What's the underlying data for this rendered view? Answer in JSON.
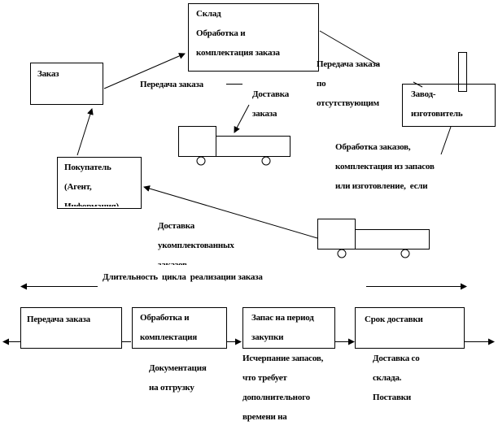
{
  "nodes": {
    "warehouse": "Склад\nОбработка и\nкомплектация заказа",
    "order": "Заказ",
    "buyer": "Покупатель\n(Агент,\nИнформация)",
    "factory": "Завод-\nизготовитель"
  },
  "flows": {
    "order_transfer": "Передача заказа",
    "delivery_order": "Доставка\nзаказа",
    "transfer_missing": "Передача заказа\nпо\nотсутствующим",
    "factory_processing": "Обработка заказов,\nкомплектация из запасов\nили изготовление,  если\nотсутствуют в запасах",
    "delivery_complete": "Доставка\nукомплектованных\nзаказов"
  },
  "cycle": {
    "title": "Длительность  цикла  реализации заказа",
    "stages": [
      "Передача заказа",
      "Обработка и\nкомплектация",
      "Запас на период\nзакупки",
      "Срок доставки"
    ],
    "notes": [
      "Документация\nна отгрузку",
      "Исчерпание запасов,\nчто требует\nдополнительного\nвремени на",
      "Доставка со\nсклада.\nПоставки"
    ]
  }
}
